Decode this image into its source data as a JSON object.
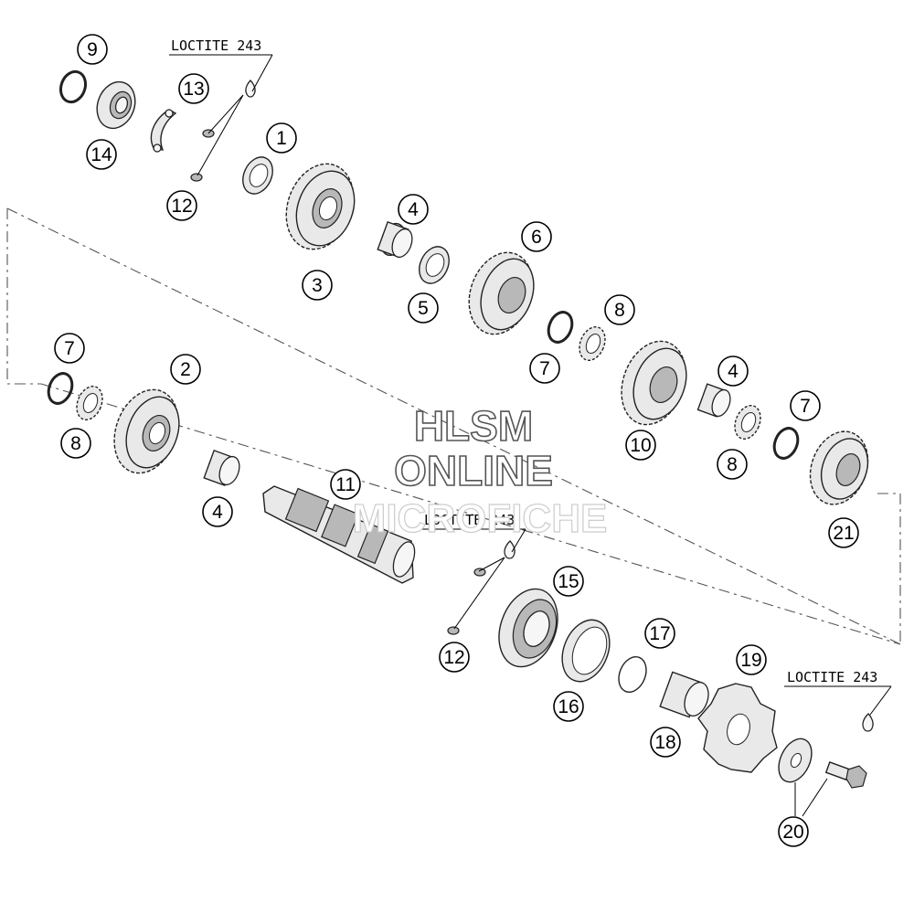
{
  "callouts": [
    {
      "id": "c9",
      "label": "9"
    },
    {
      "id": "c13",
      "label": "13"
    },
    {
      "id": "c14",
      "label": "14"
    },
    {
      "id": "c1",
      "label": "1"
    },
    {
      "id": "c12a",
      "label": "12"
    },
    {
      "id": "c4a",
      "label": "4"
    },
    {
      "id": "c3",
      "label": "3"
    },
    {
      "id": "c6",
      "label": "6"
    },
    {
      "id": "c5",
      "label": "5"
    },
    {
      "id": "c8a",
      "label": "8"
    },
    {
      "id": "c7a",
      "label": "7"
    },
    {
      "id": "c7b",
      "label": "7"
    },
    {
      "id": "c2",
      "label": "2"
    },
    {
      "id": "c8b",
      "label": "8"
    },
    {
      "id": "c4b",
      "label": "4"
    },
    {
      "id": "c10",
      "label": "10"
    },
    {
      "id": "c4c",
      "label": "4"
    },
    {
      "id": "c7c",
      "label": "7"
    },
    {
      "id": "c8c",
      "label": "8"
    },
    {
      "id": "c21",
      "label": "21"
    },
    {
      "id": "c11",
      "label": "11"
    },
    {
      "id": "c15",
      "label": "15"
    },
    {
      "id": "c12b",
      "label": "12"
    },
    {
      "id": "c17",
      "label": "17"
    },
    {
      "id": "c16",
      "label": "16"
    },
    {
      "id": "c19",
      "label": "19"
    },
    {
      "id": "c18",
      "label": "18"
    },
    {
      "id": "c20",
      "label": "20"
    }
  ],
  "loctite_labels": [
    "LOCTITE 243",
    "LOCTITE 243",
    "LOCTITE 243"
  ],
  "watermark": {
    "line1": "HLSM",
    "line2": "ONLINE",
    "line3": "MICROFICHE"
  }
}
